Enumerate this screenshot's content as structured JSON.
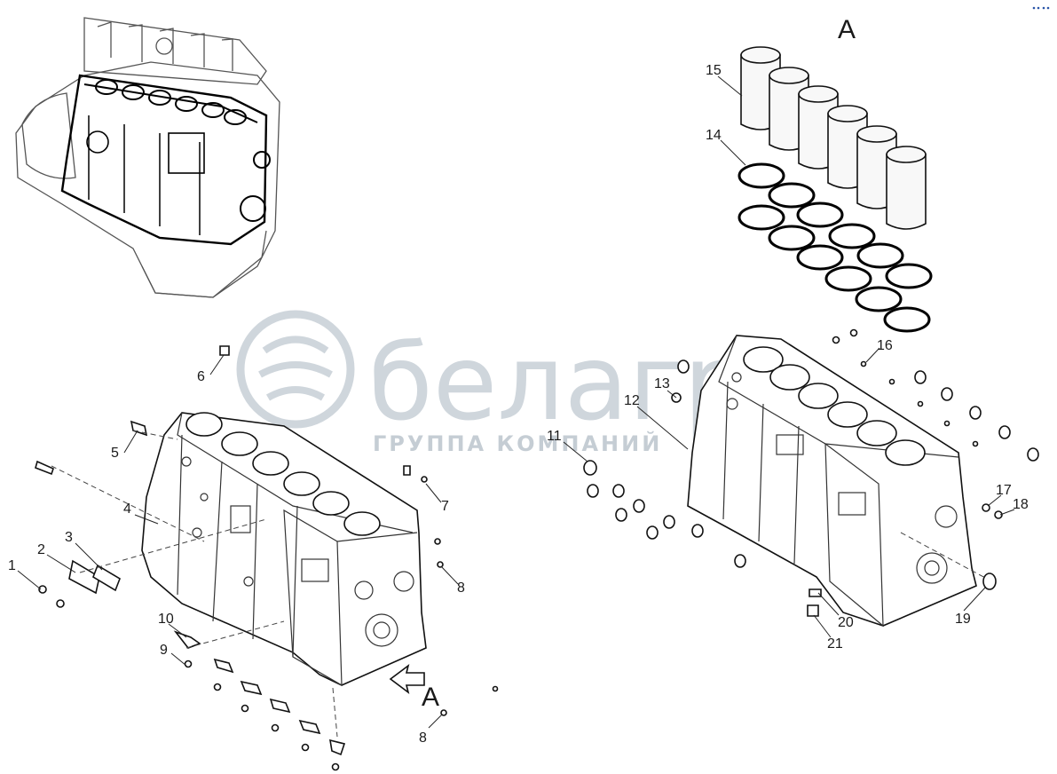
{
  "view_letters": [
    "A",
    "A"
  ],
  "watermark": {
    "brand": "белагро",
    "subtitle": "ГРУППА КОМПАНИЙ"
  },
  "callouts": [
    "1",
    "2",
    "3",
    "4",
    "5",
    "6",
    "7",
    "8",
    "8",
    "9",
    "10",
    "11",
    "12",
    "13",
    "14",
    "15",
    "16",
    "17",
    "18",
    "19",
    "20",
    "21"
  ]
}
